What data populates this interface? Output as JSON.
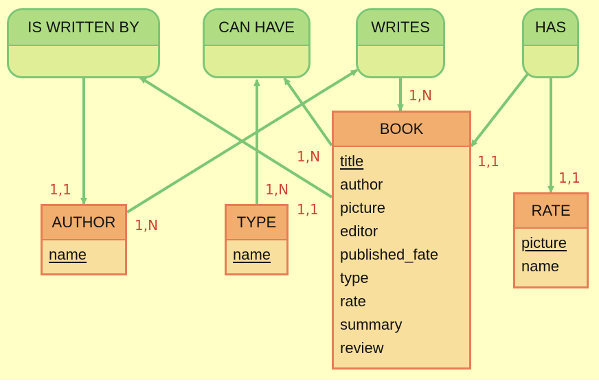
{
  "relationships": {
    "is_written_by": "IS WRITTEN BY",
    "can_have": "CAN HAVE",
    "writes": "WRITES",
    "has": "HAS"
  },
  "entities": {
    "book": {
      "name": "BOOK",
      "attributes": [
        {
          "text": "title",
          "key": true
        },
        {
          "text": "author",
          "key": false
        },
        {
          "text": "picture",
          "key": false
        },
        {
          "text": "editor",
          "key": false
        },
        {
          "text": "published_fate",
          "key": false
        },
        {
          "text": "type",
          "key": false
        },
        {
          "text": "rate",
          "key": false
        },
        {
          "text": "summary",
          "key": false
        },
        {
          "text": "review",
          "key": false
        }
      ]
    },
    "author": {
      "name": "AUTHOR",
      "attributes": [
        {
          "text": "name",
          "key": true
        }
      ]
    },
    "type": {
      "name": "TYPE",
      "attributes": [
        {
          "text": "name",
          "key": true
        }
      ]
    },
    "rate": {
      "name": "RATE",
      "attributes": [
        {
          "text": "picture",
          "key": true
        },
        {
          "text": "name",
          "key": false
        }
      ]
    }
  },
  "cardinalities": {
    "writes_book": "1,N",
    "book_can_have": "1,N",
    "has_book": "1,1",
    "has_rate": "1,1",
    "author_is_written_by": "1,1",
    "type_can_have": "1,N",
    "author_writes": "1,N",
    "book_is_written_by": "1,1"
  },
  "colors": {
    "background": "#ffffc6",
    "relationship_fill": "#e0ee98",
    "relationship_header": "#b0dd83",
    "edge": "#7cc675",
    "entity_fill": "#f9df9e",
    "entity_header": "#f1ae6e",
    "entity_border": "#e87c55",
    "cardinality": "#cf4430"
  }
}
